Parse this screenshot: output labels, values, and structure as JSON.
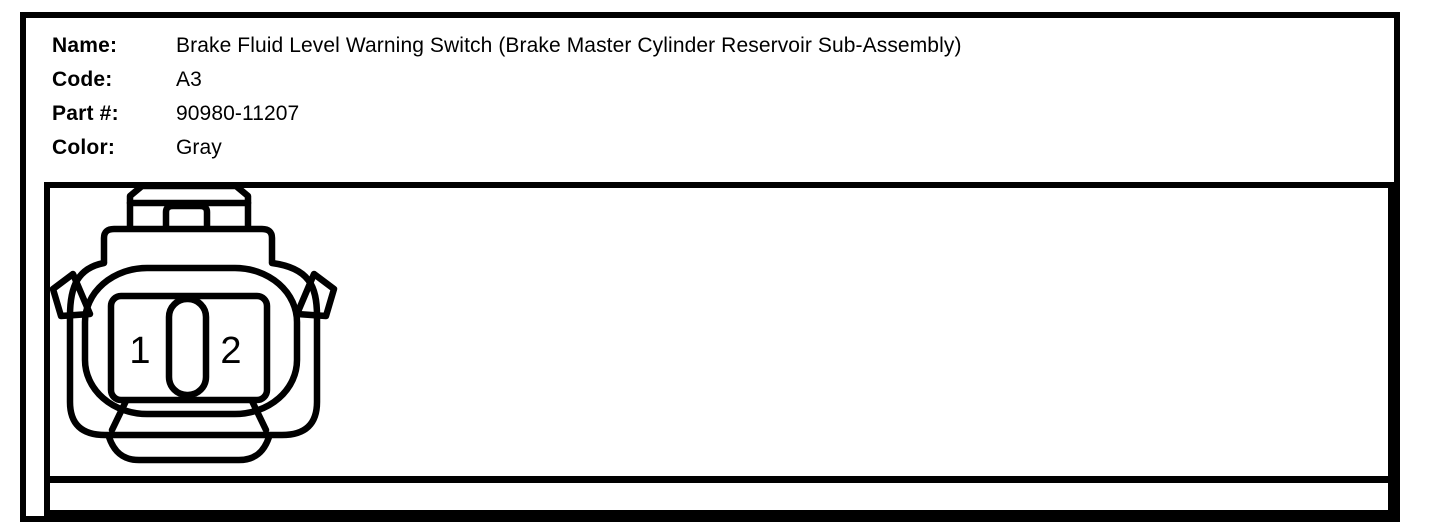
{
  "page": {
    "background_color": "#ffffff",
    "line_color": "#000000"
  },
  "header": {
    "fields": [
      {
        "label": "Name:",
        "value": "Brake Fluid Level Warning Switch (Brake Master Cylinder Reservoir Sub-Assembly)"
      },
      {
        "label": "Code:",
        "value": "A3"
      },
      {
        "label": "Part #:",
        "value": "90980-11207"
      },
      {
        "label": "Color:",
        "value": "Gray"
      }
    ]
  },
  "connector": {
    "kind": "2-pin connector face view, line drawing",
    "pins": [
      {
        "label": "1"
      },
      {
        "label": "2"
      }
    ]
  }
}
